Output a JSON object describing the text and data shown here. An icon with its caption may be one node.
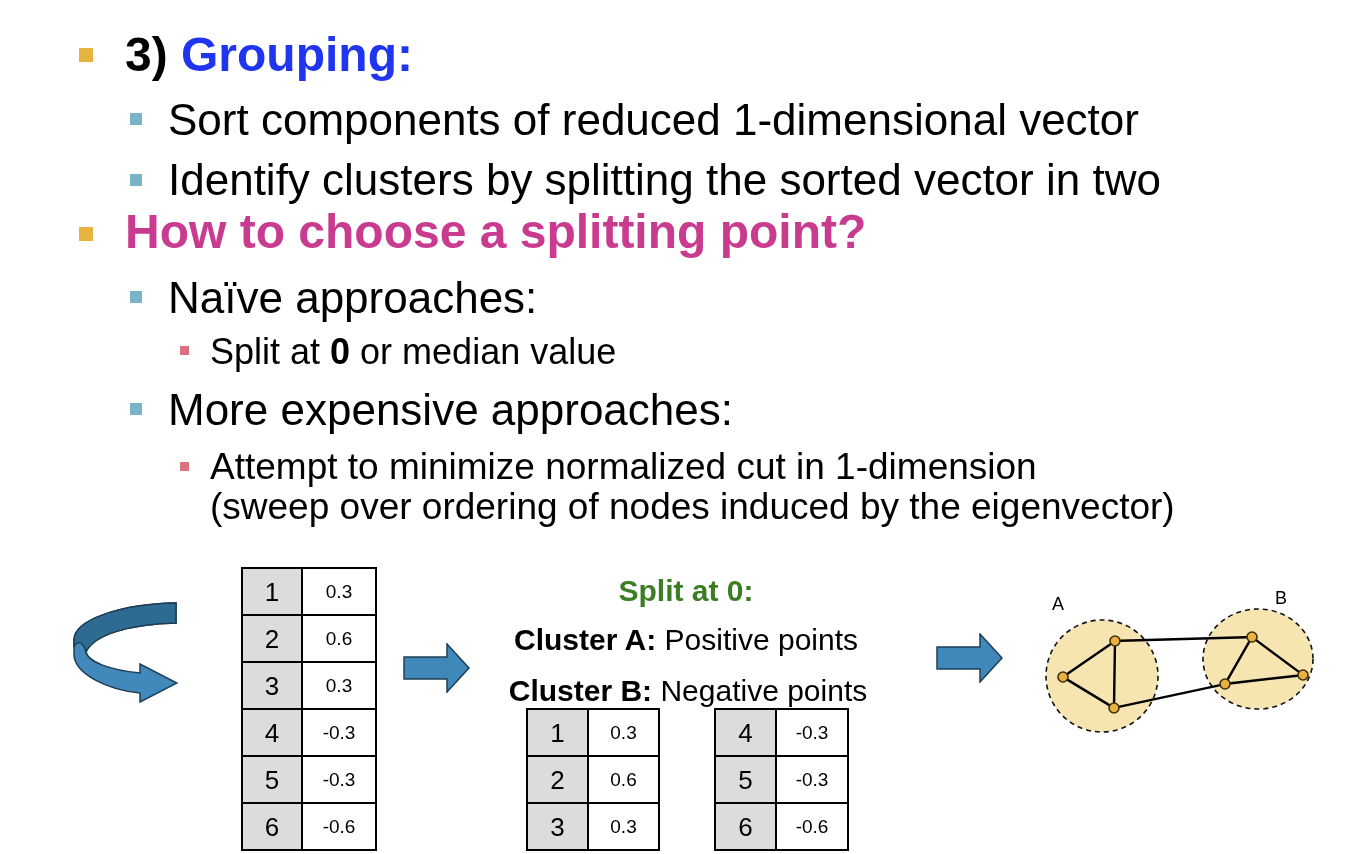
{
  "diagram": {
    "nodes": [
      {
        "text": [
          "A"
        ]
      },
      {
        "text": [],
        "shape": "circle",
        "in": 0
      },
      {
        "text": [],
        "shape": "circle",
        "in": 0
      },
      {
        "text": [],
        "shape": "circle",
        "in": 0
      },
      {
        "text": [
          "B"
        ]
      },
      {
        "text": [],
        "shape": "circle",
        "in": 4
      },
      {
        "text": [],
        "shape": "circle",
        "in": 4
      },
      {
        "text": [],
        "shape": "circle",
        "in": 4
      }
    ],
    "edges": [
      {
        "from": 1,
        "to": 2,
        "arrow": "none"
      },
      {
        "from": 1,
        "to": 3,
        "arrow": "none"
      },
      {
        "from": 2,
        "to": 3,
        "arrow": "none"
      },
      {
        "from": 2,
        "to": 6,
        "arrow": "none"
      },
      {
        "from": 3,
        "to": 5,
        "arrow": "none"
      },
      {
        "from": 5,
        "to": 6,
        "arrow": "none"
      },
      {
        "from": 6,
        "to": 7,
        "arrow": "none"
      },
      {
        "from": 5,
        "to": 7,
        "arrow": "none"
      }
    ],
    "labels": [
      "3)",
      "Grouping:",
      "Sort components of reduced 1-dimensional vector",
      "Identify clusters by splitting the sorted vector in two",
      "How to choose a splitting point?",
      "Naïve approaches:",
      "Split at **0** or median value",
      "More expensive approaches:",
      "Attempt to minimize normalized cut in 1-dimension (sweep over ordering of nodes induced by the eigenvector)",
      "1",
      "0.3",
      "2",
      "0.6",
      "3",
      "0.3",
      "4",
      "-0.3",
      "5",
      "-0.3",
      "6",
      "-0.6",
      "Split at 0:",
      "**Cluster A:** Positive points",
      "**Cluster B:** Negative points",
      "1",
      "0.3",
      "2",
      "0.6",
      "3",
      "0.3",
      "4",
      "-0.3",
      "5",
      "-0.3",
      "6",
      "-0.6"
    ]
  }
}
